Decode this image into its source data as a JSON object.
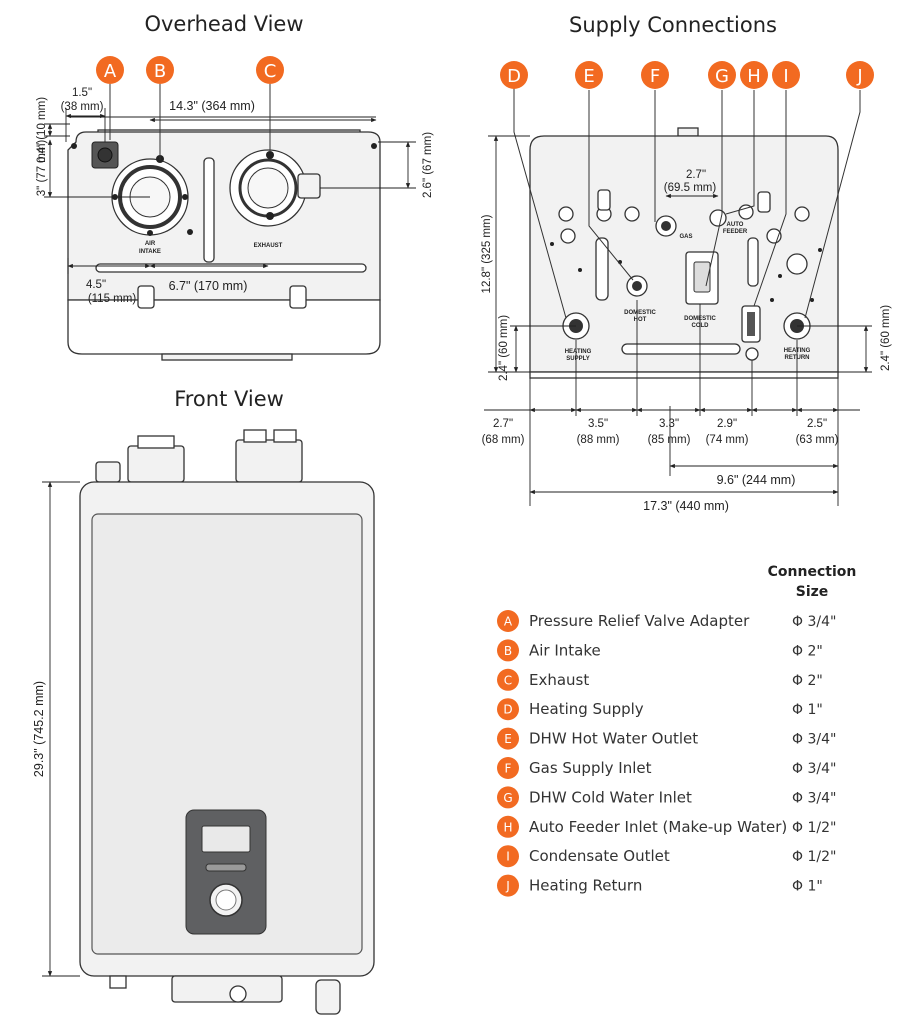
{
  "titles": {
    "overhead": "Overhead View",
    "supply": "Supply Connections",
    "front": "Front View"
  },
  "colors": {
    "accent": "#f26a21",
    "line": "#333333",
    "body_fill": "#f2f2f2",
    "display_panel": "#5f6062"
  },
  "overhead": {
    "bubbles": [
      "A",
      "B",
      "C"
    ],
    "labels": {
      "air_intake_1": "AIR",
      "air_intake_2": "INTAKE",
      "exhaust": "EXHAUST"
    },
    "dims": {
      "d1_5": "1.5\"",
      "d38": "(38 mm)",
      "d14_3": "14.3\" (364 mm)",
      "d0_4": "0.4\" (10 mm)",
      "d3": "3\" (77 mm)",
      "d2_6": "2.6\" (67 mm)",
      "d4_5": "4.5\"",
      "d115": "(115 mm)",
      "d6_7": "6.7\" (170 mm)"
    }
  },
  "supply": {
    "bubbles": [
      "D",
      "E",
      "F",
      "G",
      "H",
      "I",
      "J"
    ],
    "labels": {
      "heating_supply_1": "HEATING",
      "heating_supply_2": "SUPPLY",
      "domestic_hot_1": "DOMESTIC",
      "domestic_hot_2": "HOT",
      "domestic_cold_1": "DOMESTIC",
      "domestic_cold_2": "COLD",
      "gas": "GAS",
      "auto_feeder_1": "AUTO",
      "auto_feeder_2": "FEEDER",
      "heating_return_1": "HEATING",
      "heating_return_2": "RETURN"
    },
    "dims": {
      "d2_7a": "2.7\"",
      "d69_5": "(69.5 mm)",
      "d12_8": "12.8\" (325 mm)",
      "d2_4l": "2.4\" (60 mm)",
      "d2_4r": "2.4\" (60 mm)",
      "d2_7b": "2.7\"",
      "d68": "(68 mm)",
      "d3_5": "3.5\"",
      "d88": "(88 mm)",
      "d3_3": "3.3\"",
      "d85": "(85 mm)",
      "d2_9": "2.9\"",
      "d74": "(74 mm)",
      "d2_5": "2.5\"",
      "d63": "(63 mm)",
      "d9_6": "9.6\" (244 mm)",
      "d17_3": "17.3\" (440 mm)"
    }
  },
  "front": {
    "height": "29.3\" (745.2 mm)"
  },
  "legend": {
    "header_1": "Connection",
    "header_2": "Size",
    "items": [
      {
        "letter": "A",
        "label": "Pressure Relief Valve Adapter",
        "size": "Φ 3/4\""
      },
      {
        "letter": "B",
        "label": "Air Intake",
        "size": "Φ 2\""
      },
      {
        "letter": "C",
        "label": "Exhaust",
        "size": "Φ 2\""
      },
      {
        "letter": "D",
        "label": "Heating Supply",
        "size": "Φ 1\""
      },
      {
        "letter": "E",
        "label": "DHW Hot Water Outlet",
        "size": "Φ 3/4\""
      },
      {
        "letter": "F",
        "label": "Gas Supply Inlet",
        "size": "Φ 3/4\""
      },
      {
        "letter": "G",
        "label": "DHW Cold Water Inlet",
        "size": "Φ 3/4\""
      },
      {
        "letter": "H",
        "label": "Auto Feeder Inlet (Make-up Water)",
        "size": "Φ 1/2\""
      },
      {
        "letter": "I",
        "label": "Condensate Outlet",
        "size": "Φ 1/2\""
      },
      {
        "letter": "J",
        "label": "Heating Return",
        "size": "Φ 1\""
      }
    ]
  }
}
